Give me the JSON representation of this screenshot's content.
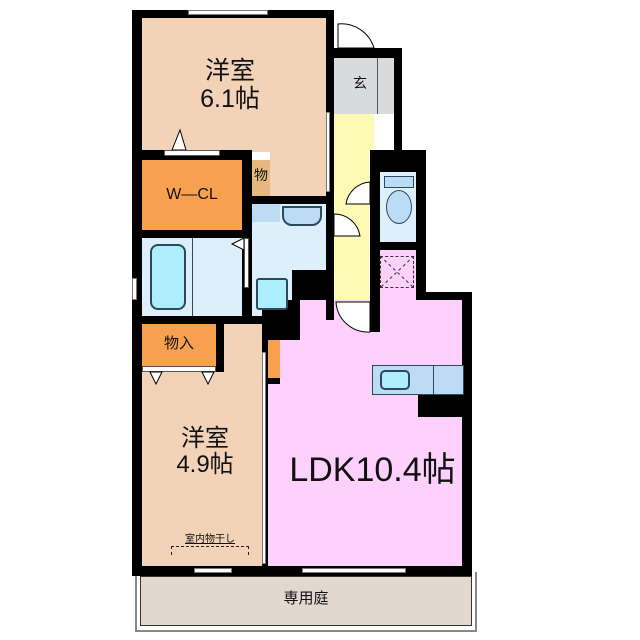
{
  "floorplan": {
    "rooms": {
      "western_room_1": {
        "name": "洋室",
        "size": "6.1帖",
        "color": "#f2d3b8"
      },
      "walk_in_closet": {
        "name": "W—CL",
        "color": "#f7a04f"
      },
      "storage_small": {
        "name": "物",
        "color": "#e6b97c"
      },
      "entrance": {
        "name": "玄",
        "color": "#d9dadb"
      },
      "hallway": {
        "color": "#fdfab5"
      },
      "toilet": {
        "color": "#ddeffa"
      },
      "bathroom": {
        "color": "#ddeffa"
      },
      "washroom": {
        "color": "#ddeffa"
      },
      "storage_closet": {
        "name": "物入",
        "color": "#f7a04f"
      },
      "western_room_2": {
        "name": "洋室",
        "size": "4.9帖",
        "color": "#f2d3b8",
        "note": "室内物干し"
      },
      "ldk": {
        "name": "LDK",
        "size": "10.4帖",
        "color": "#fdd1fb"
      },
      "private_garden": {
        "name": "専用庭",
        "color": "#e2d8ce"
      }
    },
    "colors": {
      "wall": "#000000",
      "fixture_fill": "#aeeefc",
      "fixture_blue": "#bcdcf6",
      "fixture_stroke": "#2d4a5a"
    }
  }
}
